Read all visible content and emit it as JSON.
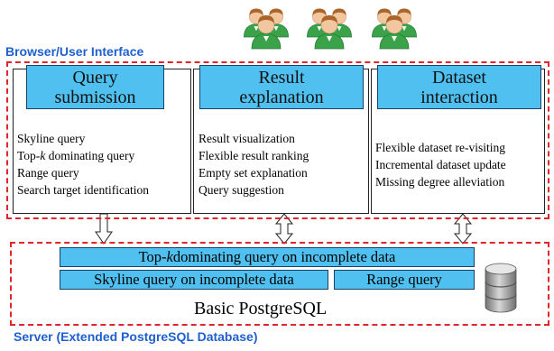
{
  "client_layer": {
    "label": "Browser/User Interface",
    "modules": [
      {
        "title_line1": "Query",
        "title_line2": "submission",
        "features": [
          "Skyline query",
          "Top-k dominating query",
          "Range query",
          "Search target identification"
        ]
      },
      {
        "title_line1": "Result",
        "title_line2": "explanation",
        "features": [
          "Result visualization",
          "Flexible result ranking",
          "Empty set explanation",
          "Query suggestion"
        ]
      },
      {
        "title_line1": "Dataset",
        "title_line2": "interaction",
        "features": [
          "Flexible dataset re-visiting",
          "Incremental dataset update",
          "Missing degree alleviation"
        ]
      }
    ]
  },
  "server_layer": {
    "label": "Server (Extended PostgreSQL Database)",
    "topk_prefix": "Top-",
    "topk_k": "k",
    "topk_suffix": " dominating query on incomplete data",
    "skyline_bar": "Skyline query on incomplete data",
    "range_bar": "Range query",
    "core": "Basic PostgreSQL"
  },
  "icons": [
    "users-group-icon",
    "database-icon"
  ],
  "colors": {
    "module_fill": "#4fc0ef",
    "dash_border": "#e0262b",
    "layer_label": "#1f5fd0"
  }
}
